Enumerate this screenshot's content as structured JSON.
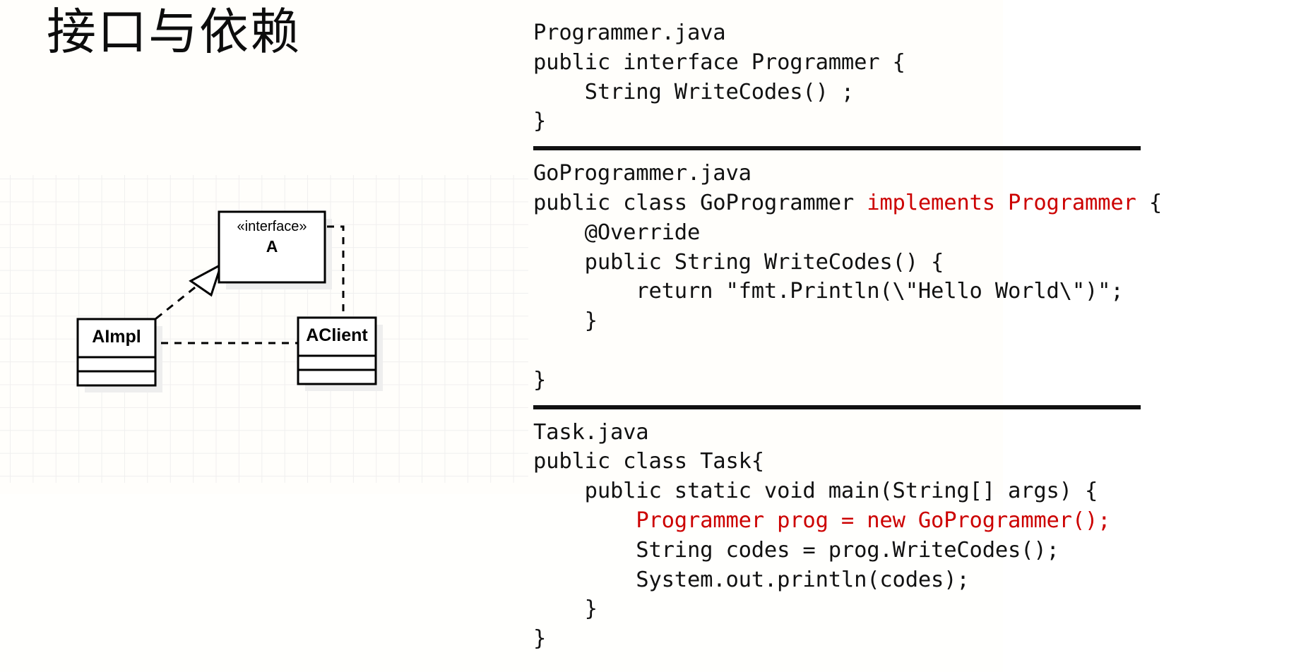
{
  "slide": {
    "title": "接口与依赖",
    "accent_color": "#cc0000",
    "text_color": "#111111",
    "background": "#fffffd"
  },
  "uml_diagram": {
    "name": "interface-dependency-class-diagram",
    "nodes": [
      {
        "id": "A",
        "stereotype": "«interface»",
        "name": "A",
        "kind": "interface"
      },
      {
        "id": "AImpl",
        "stereotype": "",
        "name": "AImpl",
        "kind": "class"
      },
      {
        "id": "AClient",
        "stereotype": "",
        "name": "AClient",
        "kind": "class"
      }
    ],
    "edges": [
      {
        "from": "AImpl",
        "to": "A",
        "type": "realization",
        "style": "dashed",
        "arrow": "hollow-triangle"
      },
      {
        "from": "AClient",
        "to": "A",
        "type": "dependency",
        "style": "dashed",
        "arrow": "open-arrow"
      },
      {
        "from": "AClient",
        "to": "AImpl",
        "type": "dependency",
        "style": "dashed",
        "arrow": "open-arrow"
      }
    ]
  },
  "code_blocks": [
    {
      "filename": "Programmer.java",
      "lines": [
        [
          {
            "t": "Programmer.java",
            "c": "plain"
          }
        ],
        [
          {
            "t": "public interface Programmer {",
            "c": "plain"
          }
        ],
        [
          {
            "t": "    String WriteCodes() ;",
            "c": "plain"
          }
        ],
        [
          {
            "t": "}",
            "c": "plain"
          }
        ]
      ]
    },
    {
      "filename": "GoProgrammer.java",
      "lines": [
        [
          {
            "t": "GoProgrammer.java",
            "c": "plain"
          }
        ],
        [
          {
            "t": "public class GoProgrammer ",
            "c": "plain"
          },
          {
            "t": "implements Programmer",
            "c": "red"
          },
          {
            "t": " {",
            "c": "plain"
          }
        ],
        [
          {
            "t": "    @Override",
            "c": "plain"
          }
        ],
        [
          {
            "t": "    public String WriteCodes() {",
            "c": "plain"
          }
        ],
        [
          {
            "t": "        return \"fmt.Println(\\\"Hello World\\\")\";",
            "c": "plain"
          }
        ],
        [
          {
            "t": "    }",
            "c": "plain"
          }
        ],
        [
          {
            "t": "",
            "c": "plain"
          }
        ],
        [
          {
            "t": "}",
            "c": "plain"
          }
        ]
      ]
    },
    {
      "filename": "Task.java",
      "lines": [
        [
          {
            "t": "Task.java",
            "c": "plain"
          }
        ],
        [
          {
            "t": "public class Task{",
            "c": "plain"
          }
        ],
        [
          {
            "t": "    public static void main(String[] args) {",
            "c": "plain"
          }
        ],
        [
          {
            "t": "        ",
            "c": "plain"
          },
          {
            "t": "Programmer prog = new GoProgrammer();",
            "c": "red"
          }
        ],
        [
          {
            "t": "        String codes = prog.WriteCodes();",
            "c": "plain"
          }
        ],
        [
          {
            "t": "        System.out.println(codes);",
            "c": "plain"
          }
        ],
        [
          {
            "t": "    }",
            "c": "plain"
          }
        ],
        [
          {
            "t": "}",
            "c": "plain"
          }
        ]
      ]
    }
  ]
}
